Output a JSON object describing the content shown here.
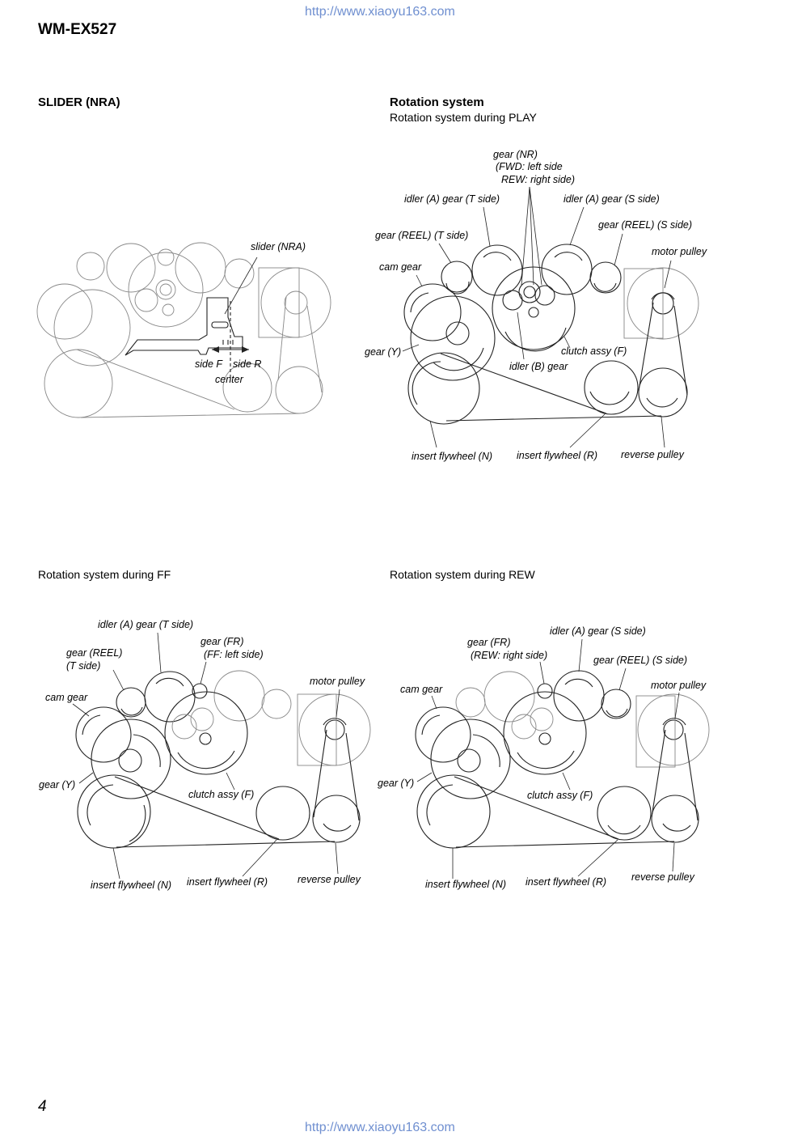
{
  "header": {
    "url_top": "http://www.xiaoyu163.com",
    "model": "WM-EX527"
  },
  "footer": {
    "page_number": "4",
    "url_bottom": "http://www.xiaoyu163.com"
  },
  "slider": {
    "title": "SLIDER (NRA)",
    "labels": {
      "slider": "slider (NRA)",
      "side_f": "side F",
      "side_r": "side R",
      "center": "center"
    }
  },
  "rotation": {
    "title": "Rotation system",
    "play": {
      "subtitle": "Rotation system during PLAY",
      "labels": {
        "gear_nr_1": "gear (NR)",
        "gear_nr_2": "(FWD: left side",
        "gear_nr_3": "REW: right side)",
        "idler_a_t": "idler (A) gear (T side)",
        "idler_a_s": "idler (A) gear (S side)",
        "gear_reel_s": "gear (REEL) (S side)",
        "gear_reel_t": "gear (REEL) (T side)",
        "motor_pulley": "motor pulley",
        "cam_gear": "cam gear",
        "gear_y": "gear (Y)",
        "clutch": "clutch assy (F)",
        "idler_b": "idler (B) gear",
        "flywheel_n": "insert flywheel (N)",
        "flywheel_r": "insert flywheel (R)",
        "reverse_pulley": "reverse pulley"
      }
    },
    "ff": {
      "subtitle": "Rotation system during FF",
      "labels": {
        "idler_a_t": "idler (A) gear (T side)",
        "gear_reel_1": "gear (REEL)",
        "gear_reel_2": "(T side)",
        "gear_fr_1": "gear (FR)",
        "gear_fr_2": "(FF: left side)",
        "motor_pulley": "motor pulley",
        "cam_gear": "cam gear",
        "gear_y": "gear (Y)",
        "clutch": "clutch assy (F)",
        "flywheel_n": "insert flywheel (N)",
        "flywheel_r": "insert flywheel (R)",
        "reverse_pulley": "reverse pulley"
      }
    },
    "rew": {
      "subtitle": "Rotation system during REW",
      "labels": {
        "idler_a_s": "idler (A) gear (S side)",
        "gear_fr_1": "gear (FR)",
        "gear_fr_2": "(REW: right side)",
        "gear_reel_s": "gear (REEL) (S side)",
        "motor_pulley": "motor pulley",
        "cam_gear": "cam gear",
        "gear_y": "gear (Y)",
        "clutch": "clutch assy (F)",
        "flywheel_n": "insert flywheel (N)",
        "flywheel_r": "insert flywheel (R)",
        "reverse_pulley": "reverse pulley"
      }
    }
  }
}
